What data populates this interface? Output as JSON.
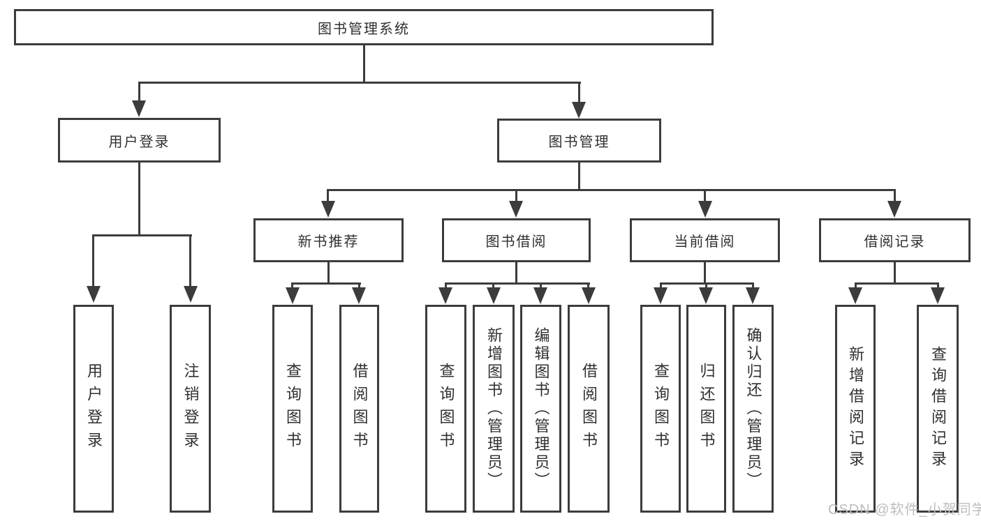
{
  "diagram": {
    "root": {
      "label": "图书管理系统"
    },
    "branches": [
      {
        "label": "用户登录",
        "children": [
          {
            "label": "用户登录"
          },
          {
            "label": "注销登录"
          }
        ]
      },
      {
        "label": "图书管理",
        "sections": [
          {
            "label": "新书推荐",
            "children": [
              {
                "label": "查询图书"
              },
              {
                "label": "借阅图书"
              }
            ]
          },
          {
            "label": "图书借阅",
            "children": [
              {
                "label": "查询图书"
              },
              {
                "label": "新增图书（管理员）"
              },
              {
                "label": "编辑图书（管理员）"
              },
              {
                "label": "借阅图书"
              }
            ]
          },
          {
            "label": "当前借阅",
            "children": [
              {
                "label": "查询图书"
              },
              {
                "label": "归还图书"
              },
              {
                "label": "确认归还（管理员）"
              }
            ]
          },
          {
            "label": "借阅记录",
            "children": [
              {
                "label": "新增借阅记录"
              },
              {
                "label": "查询借阅记录"
              }
            ]
          }
        ]
      }
    ]
  },
  "watermark": {
    "text": "CSDN @软件_小贺同学",
    "color": "#bdbdbd"
  },
  "colors": {
    "line": "#3c3c3c",
    "text": "#303030",
    "box_background": "#ffffff"
  }
}
